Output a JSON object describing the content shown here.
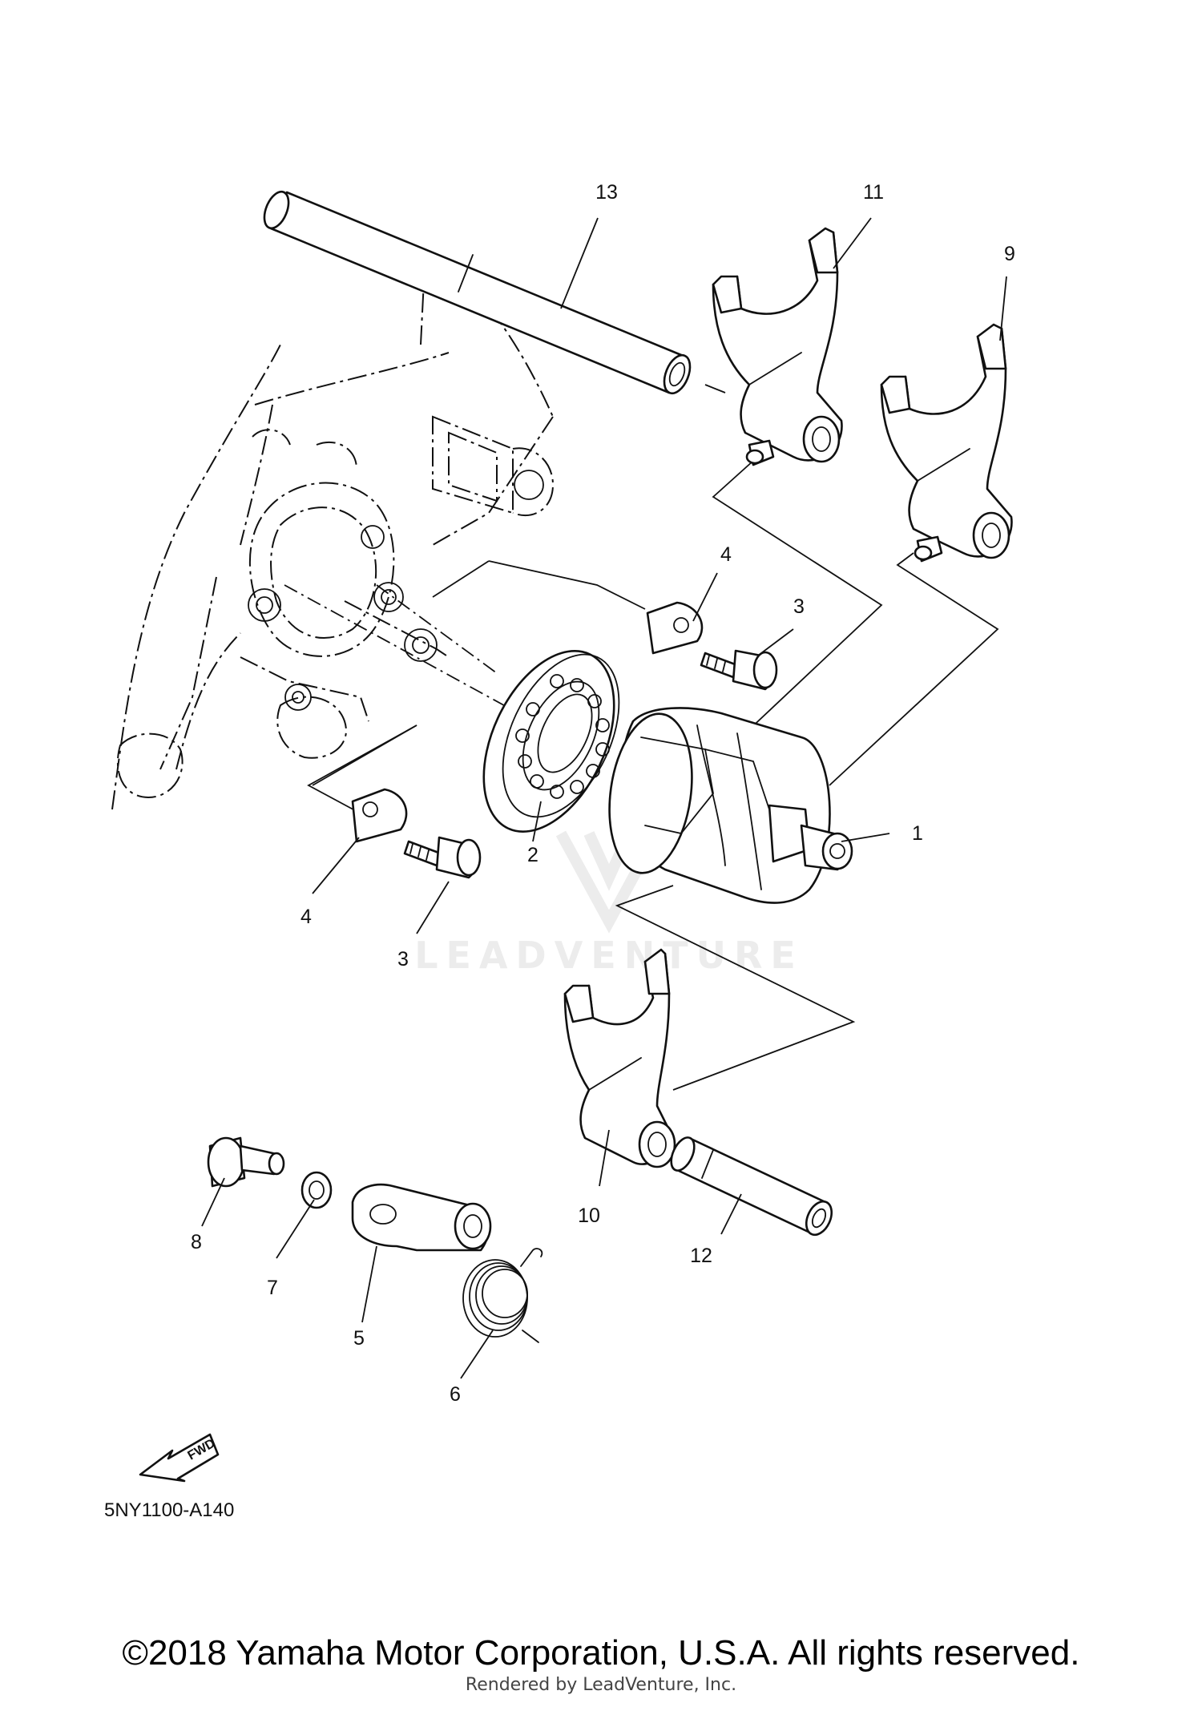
{
  "callouts": {
    "c1": "1",
    "c2": "2",
    "c3a": "3",
    "c3b": "3",
    "c4a": "4",
    "c4b": "4",
    "c5": "5",
    "c6": "6",
    "c7": "7",
    "c8": "8",
    "c9": "9",
    "c10": "10",
    "c11": "11",
    "c12": "12",
    "c13": "13"
  },
  "direction_label": "FWD",
  "diagram_code": "5NY1100-A140",
  "watermark": "LEADVENTURE",
  "copyright": "©2018 Yamaha Motor Corporation, U.S.A. All rights reserved.",
  "rendered_by": "Rendered by LeadVenture, Inc.",
  "colors": {
    "ink": "#111111",
    "background": "#ffffff",
    "watermark": "#ececec"
  }
}
